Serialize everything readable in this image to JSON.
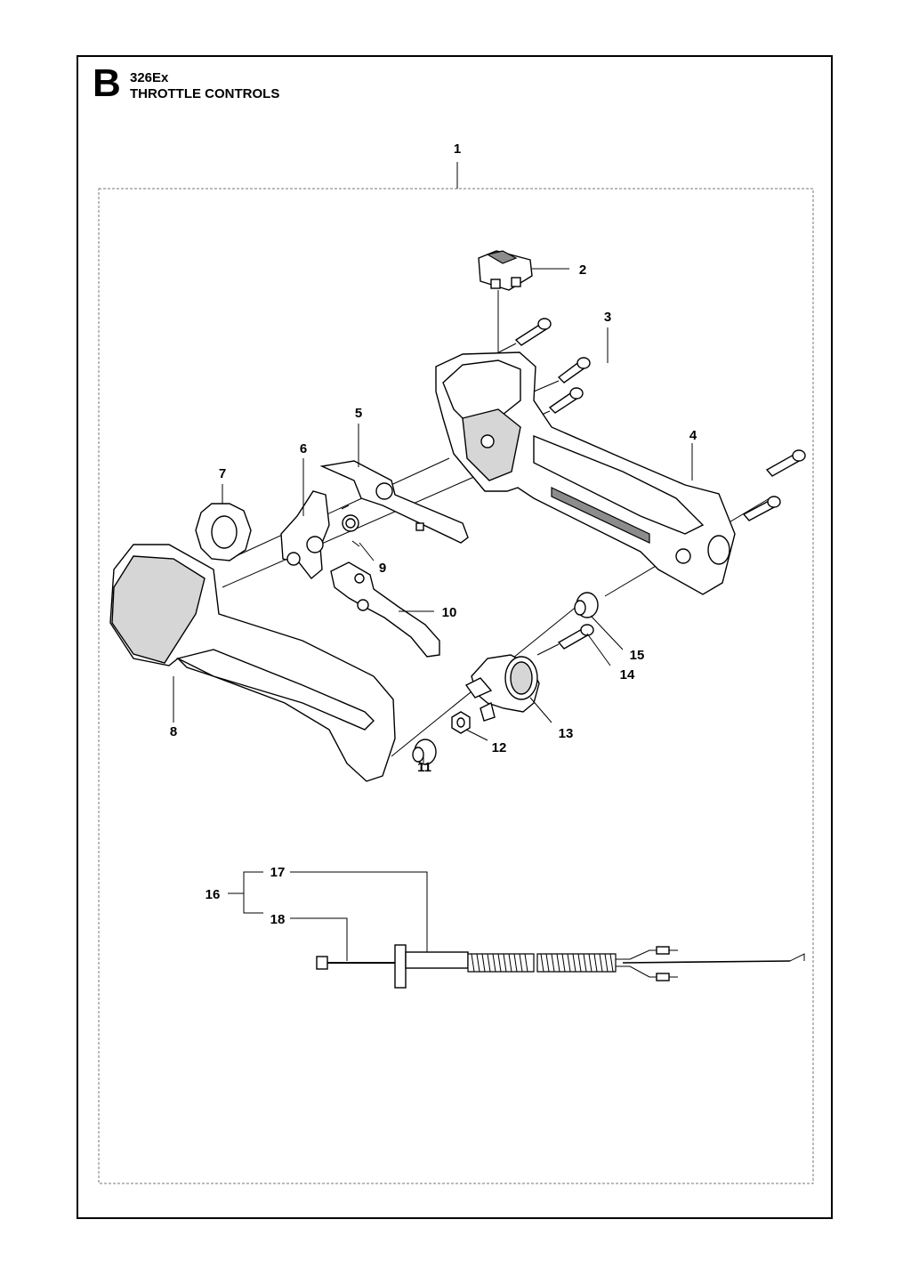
{
  "header": {
    "section_letter": "B",
    "model": "326Ex",
    "title": "THROTTLE CONTROLS"
  },
  "callouts": {
    "c1": "1",
    "c2": "2",
    "c3": "3",
    "c4": "4",
    "c5": "5",
    "c6": "6",
    "c7": "7",
    "c8": "8",
    "c9": "9",
    "c10": "10",
    "c11": "11",
    "c12": "12",
    "c13": "13",
    "c14": "14",
    "c15": "15",
    "c16": "16",
    "c17": "17",
    "c18": "18"
  }
}
